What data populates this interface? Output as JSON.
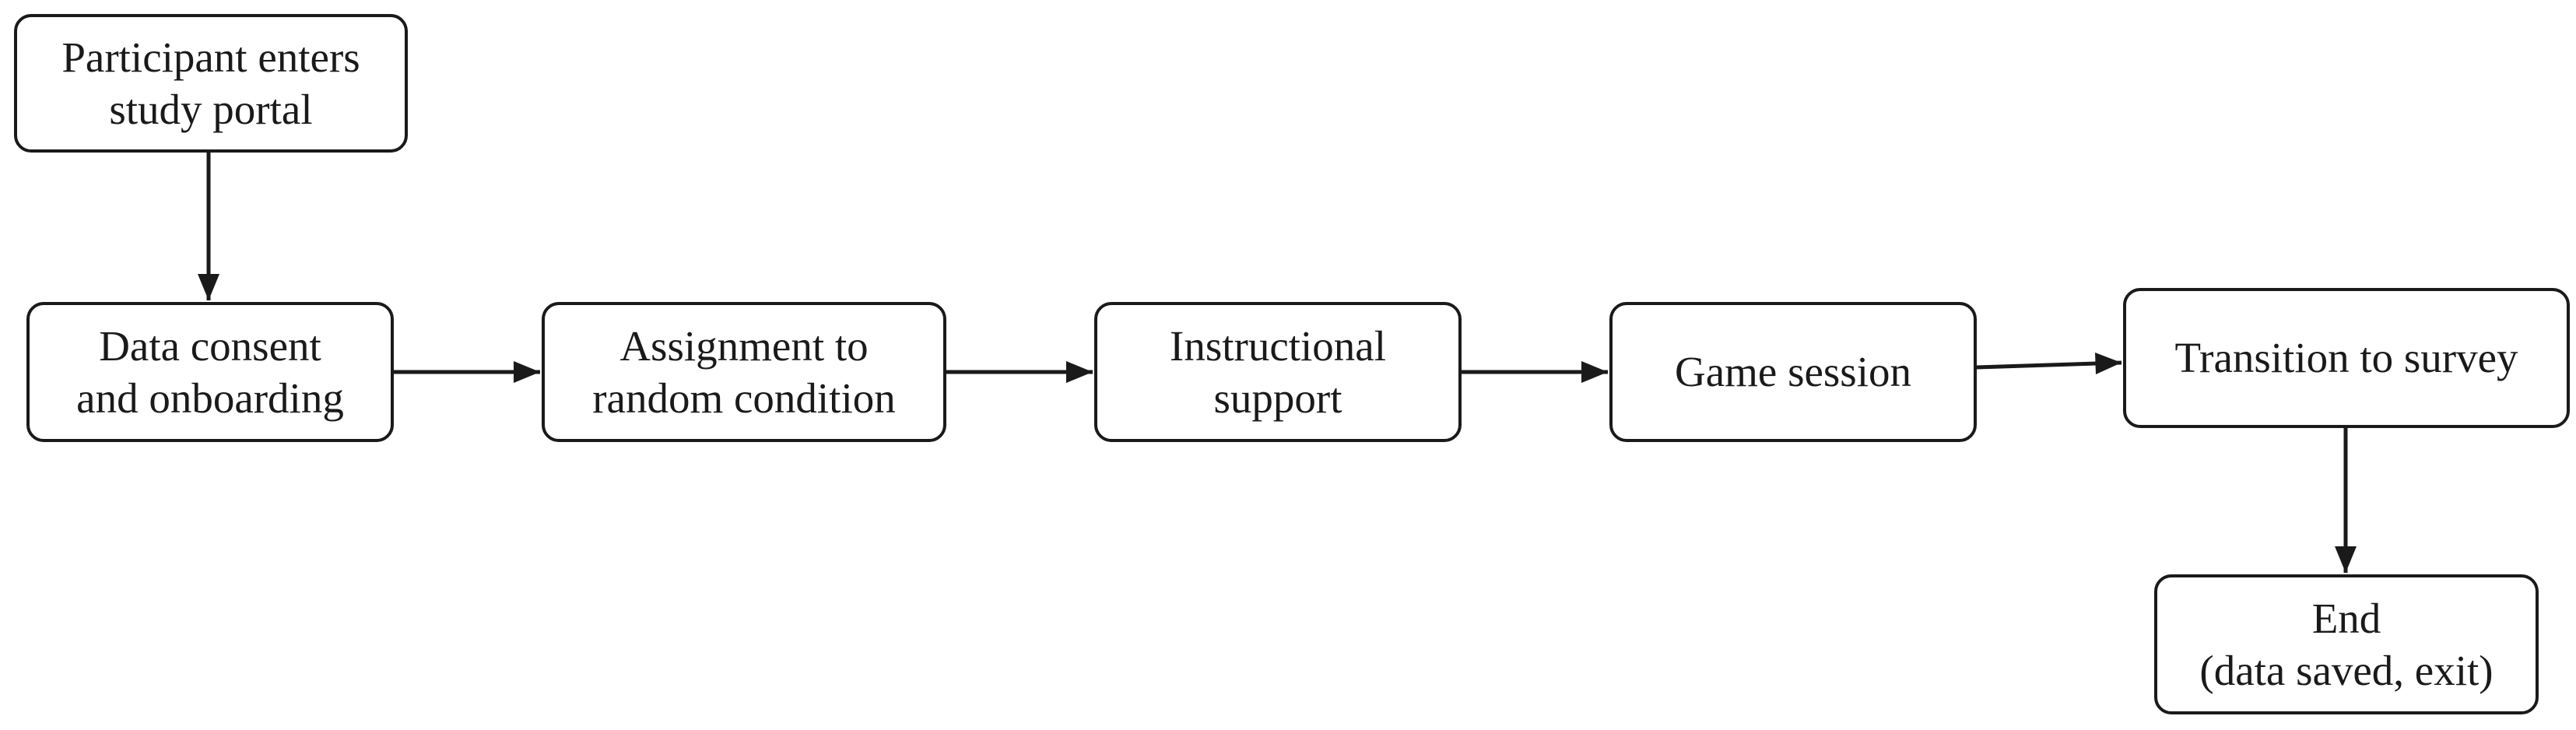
{
  "diagram": {
    "nodes": [
      {
        "id": "start",
        "label": "Participant enters\nstudy portal"
      },
      {
        "id": "consent",
        "label": "Data consent\nand onboarding"
      },
      {
        "id": "assign",
        "label": "Assignment to\nrandom condition"
      },
      {
        "id": "instr",
        "label": "Instructional\nsupport"
      },
      {
        "id": "game",
        "label": "Game session"
      },
      {
        "id": "survey",
        "label": "Transition to survey"
      },
      {
        "id": "end",
        "label": "End\n(data saved, exit)"
      }
    ],
    "edges": [
      {
        "from": "start",
        "to": "consent"
      },
      {
        "from": "consent",
        "to": "assign"
      },
      {
        "from": "assign",
        "to": "instr"
      },
      {
        "from": "instr",
        "to": "game"
      },
      {
        "from": "game",
        "to": "survey"
      },
      {
        "from": "survey",
        "to": "end"
      }
    ],
    "colors": {
      "stroke": "#1a1a1a",
      "background": "#ffffff"
    }
  }
}
